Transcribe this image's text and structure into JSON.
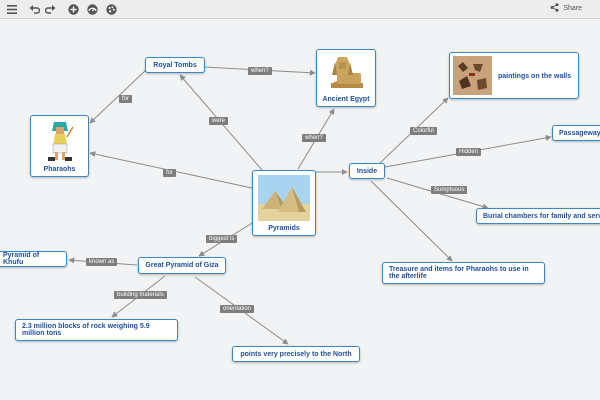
{
  "toolbar": {
    "share_label": "Share",
    "icons": [
      "menu-icon",
      "undo-icon",
      "redo-icon",
      "add-icon",
      "dashboard-icon",
      "palette-icon",
      "share-icon"
    ]
  },
  "nodes": {
    "royal_tombs": "Royal Tombs",
    "ancient_egypt": "Ancient Egypt",
    "pharaohs": "Pharaohs",
    "pyramids": "Pyramids",
    "inside": "Inside",
    "paintings": "paintings on the walls",
    "passageway": "Passageway",
    "burial": "Burial chambers for family and serv",
    "treasure": "Treasure and items for Pharaohs to use in the afterlife",
    "khufu": "Pyramid of Khufu",
    "giza": "Great Pyramid of Giza",
    "blocks": "2.3 million blocks of rock weighing 5.9 million tons",
    "north": "points very precisely to the North"
  },
  "links": {
    "for_1": "for",
    "when_1": "when?",
    "were": "were",
    "when_2": "when?",
    "for_2": "for",
    "colorful": "Colorful",
    "hidden": "Hidden",
    "sumptuous": "Sumptuous",
    "biggest_is": "biggest is",
    "known_as": "known as",
    "building_materials": "building materials",
    "orientation": "orientation"
  },
  "colors": {
    "node_border": "#3b88c4",
    "node_text": "#1f4f9a",
    "link_label_bg": "#7e7e7e",
    "connector": "#8c8c8c",
    "canvas": "#f1f3f4"
  }
}
